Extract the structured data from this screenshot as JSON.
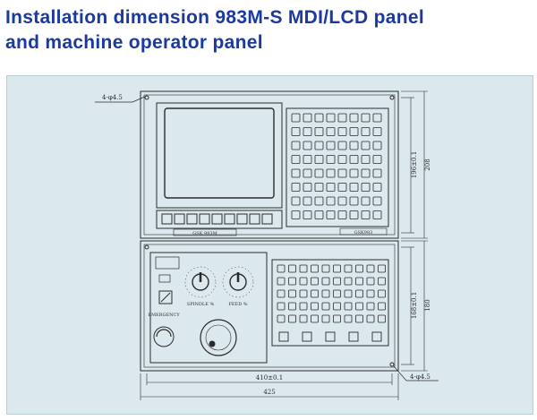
{
  "title": {
    "line1": "Installation dimension 983M-S MDI/LCD panel",
    "line2": "and  machine operator panel"
  },
  "drawing": {
    "hole_spec_top": "4-φ4.5",
    "hole_spec_bottom": "4-φ4.5",
    "dim_upper_height": "208",
    "dim_upper_inner": "196±0.1",
    "dim_lower_height": "180",
    "dim_lower_inner": "168±0.1",
    "dim_inner_width": "410±0.1",
    "dim_total_width": "425",
    "label_upper_center": "GSK 983M",
    "label_upper_right": "GSK983",
    "label_spindle": "SPINDLE %",
    "label_feed": "FEED %",
    "label_emg": "EMERGENCY"
  },
  "colors": {
    "title": "#1a3aa0",
    "drawing_bg": "#dbe8ee",
    "line": "#2b2b2b"
  }
}
